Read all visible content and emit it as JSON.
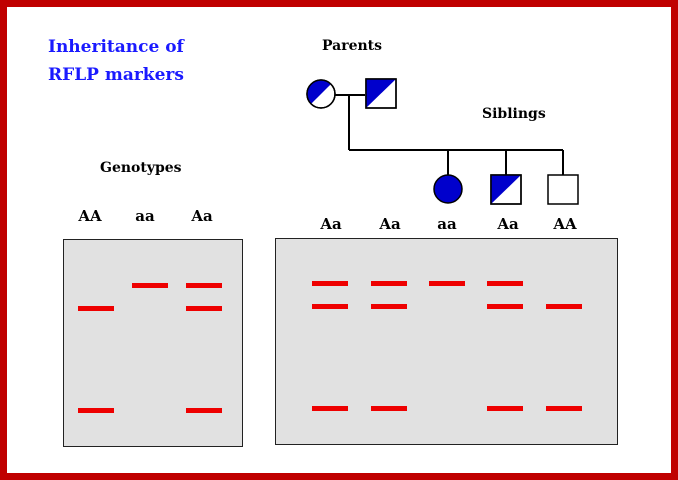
{
  "title": {
    "line1": "Inheritance of",
    "line2": "RFLP markers"
  },
  "labels": {
    "parents": "Parents",
    "siblings": "Siblings",
    "genotypes": "Genotypes"
  },
  "standard_genotypes": [
    "AA",
    "aa",
    "Aa"
  ],
  "sibling_genotypes": [
    "Aa",
    "Aa",
    "aa",
    "Aa",
    "AA"
  ],
  "colors": {
    "border": "#c00000",
    "title": "#1a1aff",
    "band": "#ee0000",
    "gel": "#e1e1e1",
    "symbol_fill": "#0000cc"
  },
  "pedigree": {
    "parents": [
      {
        "symbol": "circle",
        "sex": "female",
        "shading": "half-shaded"
      },
      {
        "symbol": "square",
        "sex": "male",
        "shading": "half-shaded"
      }
    ],
    "siblings": [
      {
        "symbol": "circle",
        "sex": "female",
        "shading": "fully-shaded"
      },
      {
        "symbol": "square",
        "sex": "male",
        "shading": "half-shaded"
      },
      {
        "symbol": "square",
        "sex": "male",
        "shading": "unshaded"
      }
    ]
  },
  "bands": {
    "standard": {
      "AA": [
        "lower-top",
        "bottom"
      ],
      "aa": [
        "top"
      ],
      "Aa": [
        "top",
        "lower-top",
        "bottom"
      ]
    },
    "siblings": [
      [
        "top",
        "lower-top",
        "bottom"
      ],
      [
        "top",
        "lower-top",
        "bottom"
      ],
      [
        "top"
      ],
      [
        "top",
        "lower-top",
        "bottom"
      ],
      [
        "lower-top",
        "bottom"
      ]
    ]
  }
}
